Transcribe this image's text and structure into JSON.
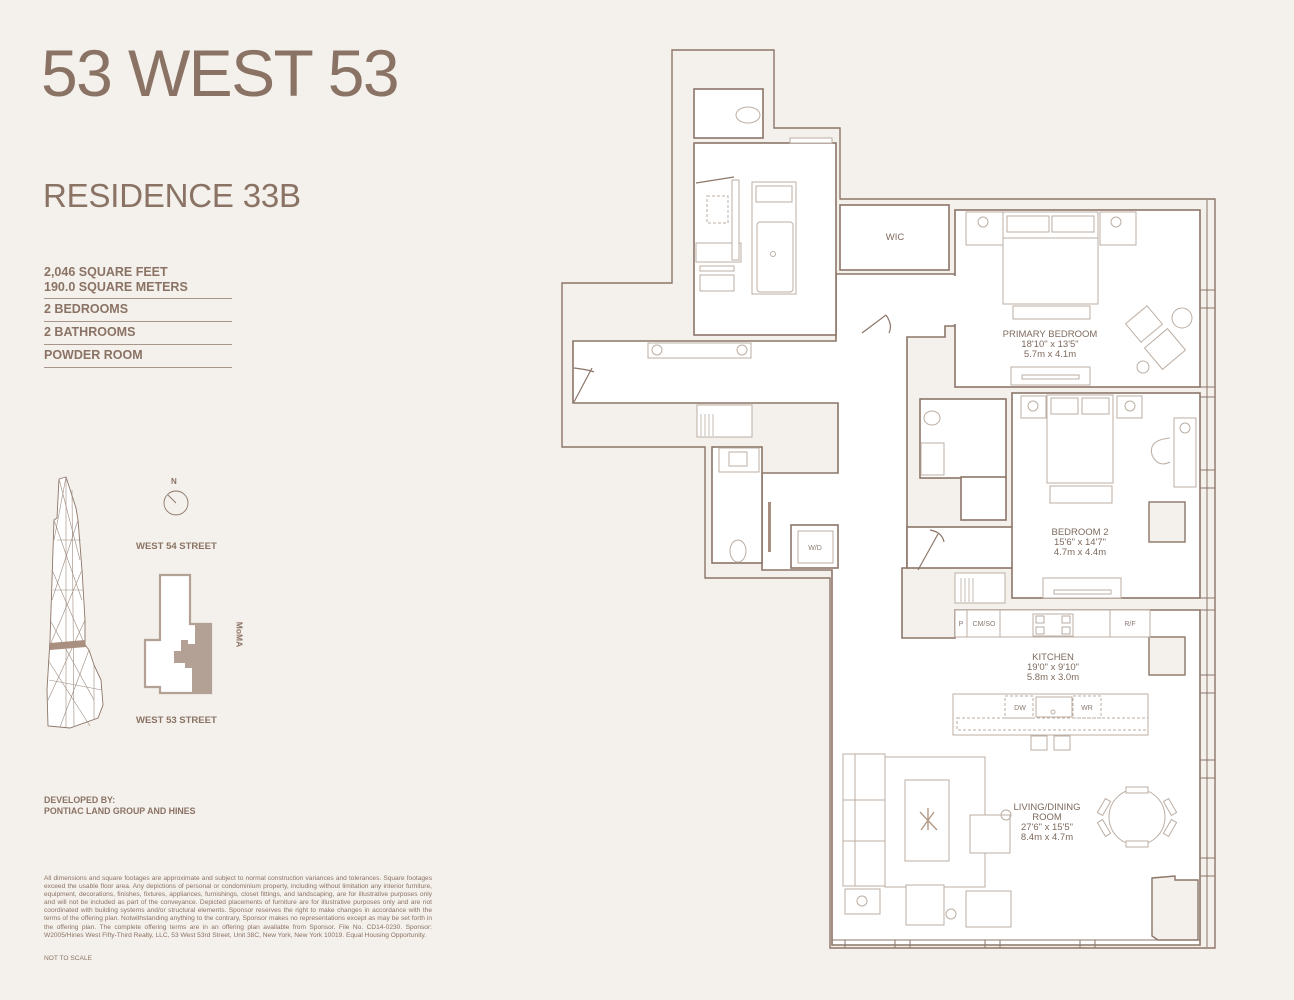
{
  "header": {
    "building_name": "53 WEST 53",
    "residence": "RESIDENCE 33B"
  },
  "specs": {
    "square_feet": "2,046 SQUARE FEET",
    "square_meters": "190.0 SQUARE METERS",
    "bedrooms": "2 BEDROOMS",
    "bathrooms": "2 BATHROOMS",
    "powder_room": "POWDER ROOM"
  },
  "site_plan": {
    "north_label": "N",
    "street_north": "WEST 54 STREET",
    "street_south": "WEST 53 STREET",
    "neighbor_label": "MoMA"
  },
  "developer": {
    "label": "DEVELOPED BY:",
    "name": "PONTIAC LAND GROUP AND HINES"
  },
  "disclaimer": "All dimensions and square footages are approximate and subject to normal construction variances and tolerances. Square footages exceed the usable floor area. Any depictions of personal or condominium property, including without limitation any interior furniture, equipment, decorations, finishes, fixtures, appliances, furnishings, closet fittings, and landscaping, are for illustrative purposes only and will not be included as part of the conveyance. Depicted placements of furniture are for illustrative purposes only and are not coordinated with building systems and/or structural elements. Sponsor reserves the right to make changes in accordance with the terms of the offering plan. Notwithstanding anything to the contrary, Sponsor makes no representations except as may be set forth in the offering plan. The complete offering terms are in an offering plan available from Sponsor. File No. CD14-0230. Sponsor: W2005/Hines West Fifty-Third Realty, LLC, 53 West 53rd Street, Unit 38C, New York, New York 10019. Equal Housing Opportunity.",
  "scale_note": "NOT TO SCALE",
  "floor_plan": {
    "rooms": {
      "wic": {
        "name": "WIC"
      },
      "primary_bedroom": {
        "name": "PRIMARY BEDROOM",
        "imperial": "18'10\" x 13'5\"",
        "metric": "5.7m x 4.1m"
      },
      "bedroom_2": {
        "name": "BEDROOM 2",
        "imperial": "15'6\" x 14'7\"",
        "metric": "4.7m x 4.4m"
      },
      "kitchen": {
        "name": "KITCHEN",
        "imperial": "19'0\" x 9'10\"",
        "metric": "5.8m x 3.0m"
      },
      "living_dining": {
        "name_line1": "LIVING/DINING",
        "name_line2": "ROOM",
        "imperial": "27'6\" x 15'5\"",
        "metric": "8.4m x 4.7m"
      },
      "laundry": {
        "name": "W/D"
      }
    },
    "appliances": {
      "pantry": "P",
      "coffee_oven": "CM/SO",
      "refrigerator": "R/F",
      "dishwasher": "DW",
      "wine_refrigerator": "WR"
    }
  },
  "colors": {
    "background": "#f4f0eb",
    "text_brown": "#8a7365",
    "wall_line": "#8c7669",
    "furniture_line": "#bcaea3",
    "moma_fill": "#b3a196"
  }
}
